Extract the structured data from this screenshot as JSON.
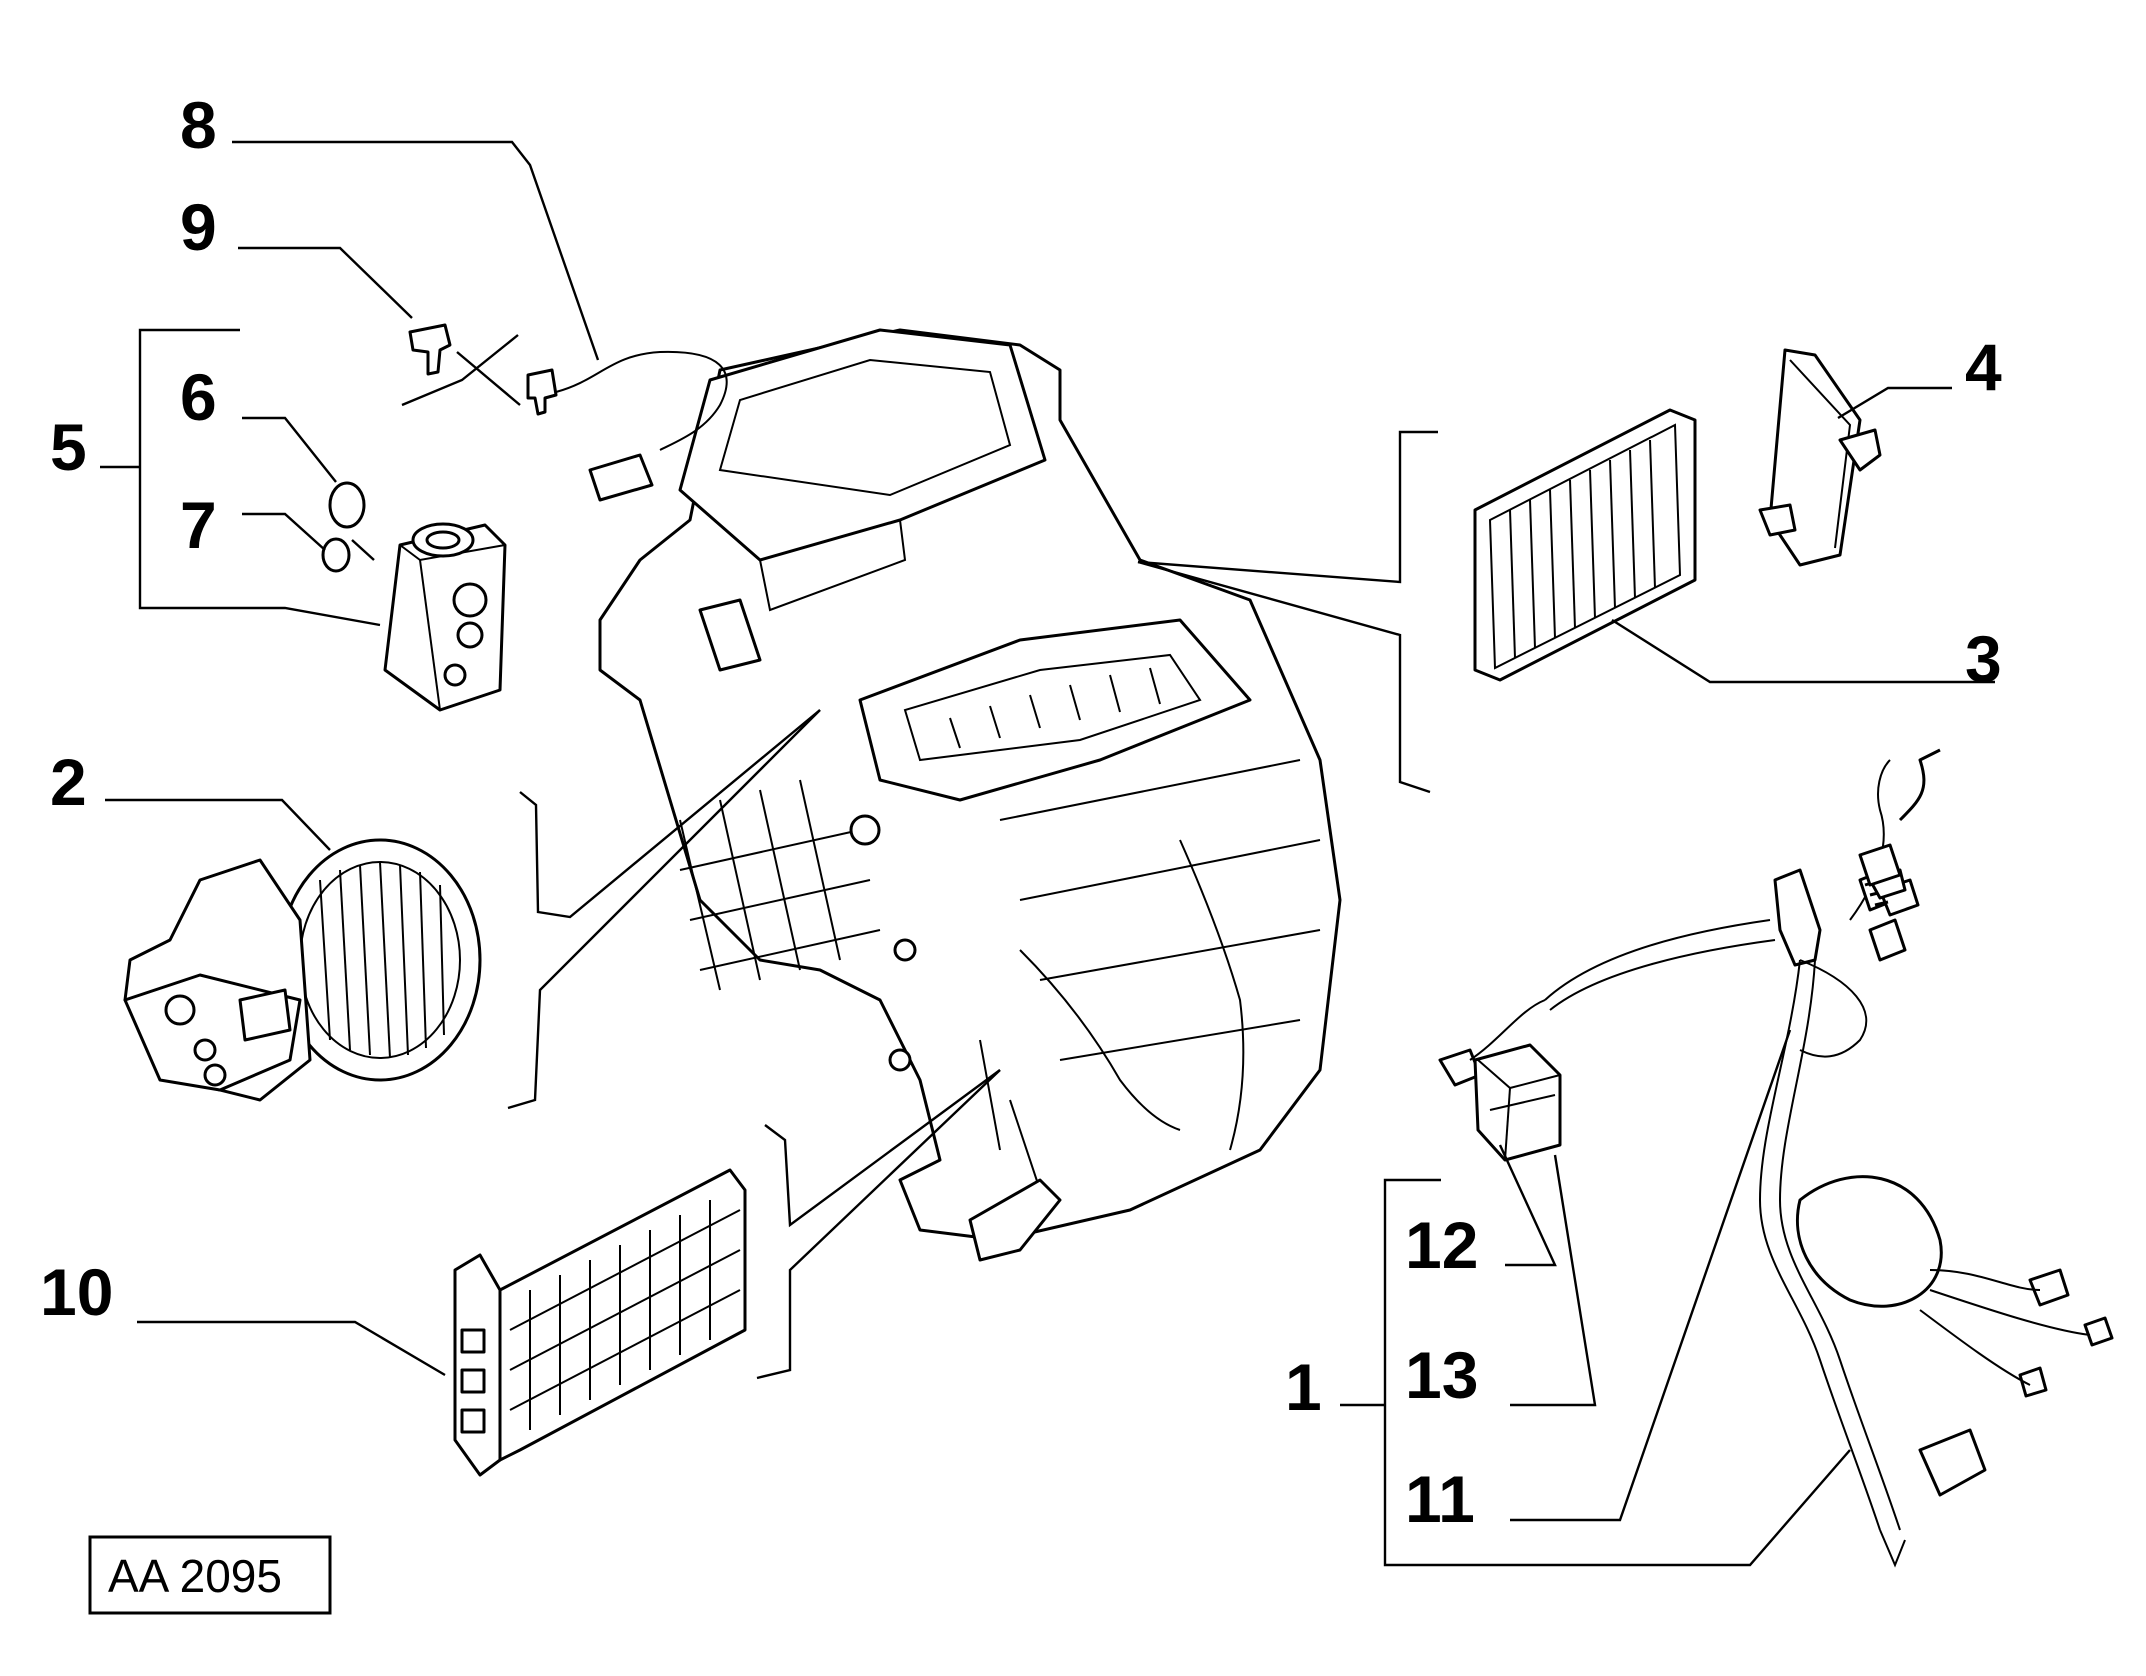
{
  "diagram": {
    "reference_code": "AA 2095",
    "callouts": [
      {
        "id": "c1",
        "text": "1"
      },
      {
        "id": "c2",
        "text": "2"
      },
      {
        "id": "c3",
        "text": "3"
      },
      {
        "id": "c4",
        "text": "4"
      },
      {
        "id": "c5",
        "text": "5"
      },
      {
        "id": "c6",
        "text": "6"
      },
      {
        "id": "c7",
        "text": "7"
      },
      {
        "id": "c8",
        "text": "8"
      },
      {
        "id": "c9",
        "text": "9"
      },
      {
        "id": "c10",
        "text": "10"
      },
      {
        "id": "c11",
        "text": "11"
      },
      {
        "id": "c12",
        "text": "12"
      },
      {
        "id": "c13",
        "text": "13"
      }
    ]
  }
}
